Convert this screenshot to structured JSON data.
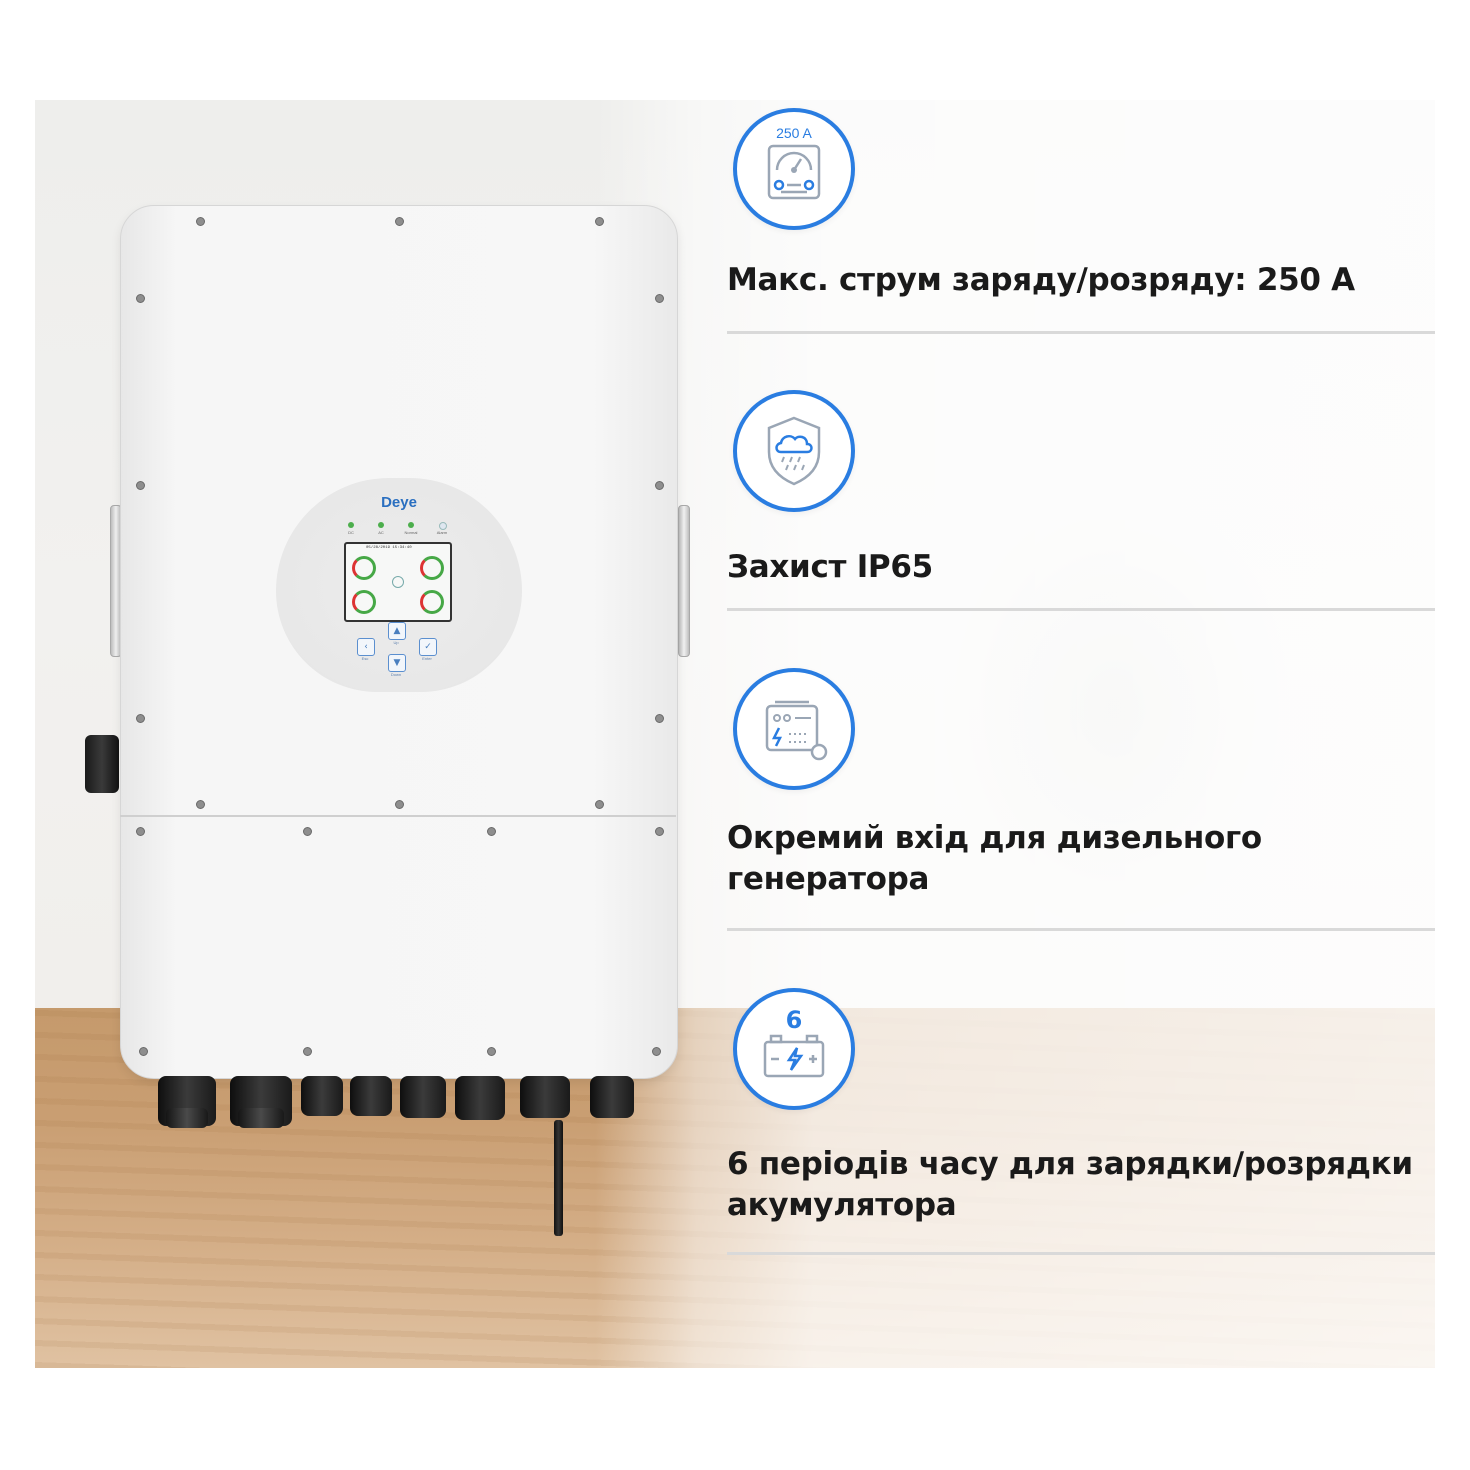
{
  "product": {
    "brand_logo": "Deye",
    "display_date": "05/28/2019 15:34:40",
    "led_labels": [
      "DC",
      "AC",
      "Normal",
      "Alarm"
    ],
    "key_labels": [
      "Esc",
      "Up",
      "Enter",
      "Down"
    ]
  },
  "features": [
    {
      "icon": "ammeter-icon",
      "icon_label": "250 A",
      "text": "Макс. струм заряду/розряду: 250 А"
    },
    {
      "icon": "shield-rain-icon",
      "icon_label": "",
      "text": "Захист IP65"
    },
    {
      "icon": "generator-icon",
      "icon_label": "",
      "text": "Окремий вхід для дизельного генератора"
    },
    {
      "icon": "battery-icon",
      "icon_label": "6",
      "text": "6 періодів часу для зарядки/розрядки акумулятора"
    }
  ],
  "colors": {
    "accent": "#2a7de1",
    "icon_line": "#9aa6b5",
    "text": "#1a1a1a"
  }
}
